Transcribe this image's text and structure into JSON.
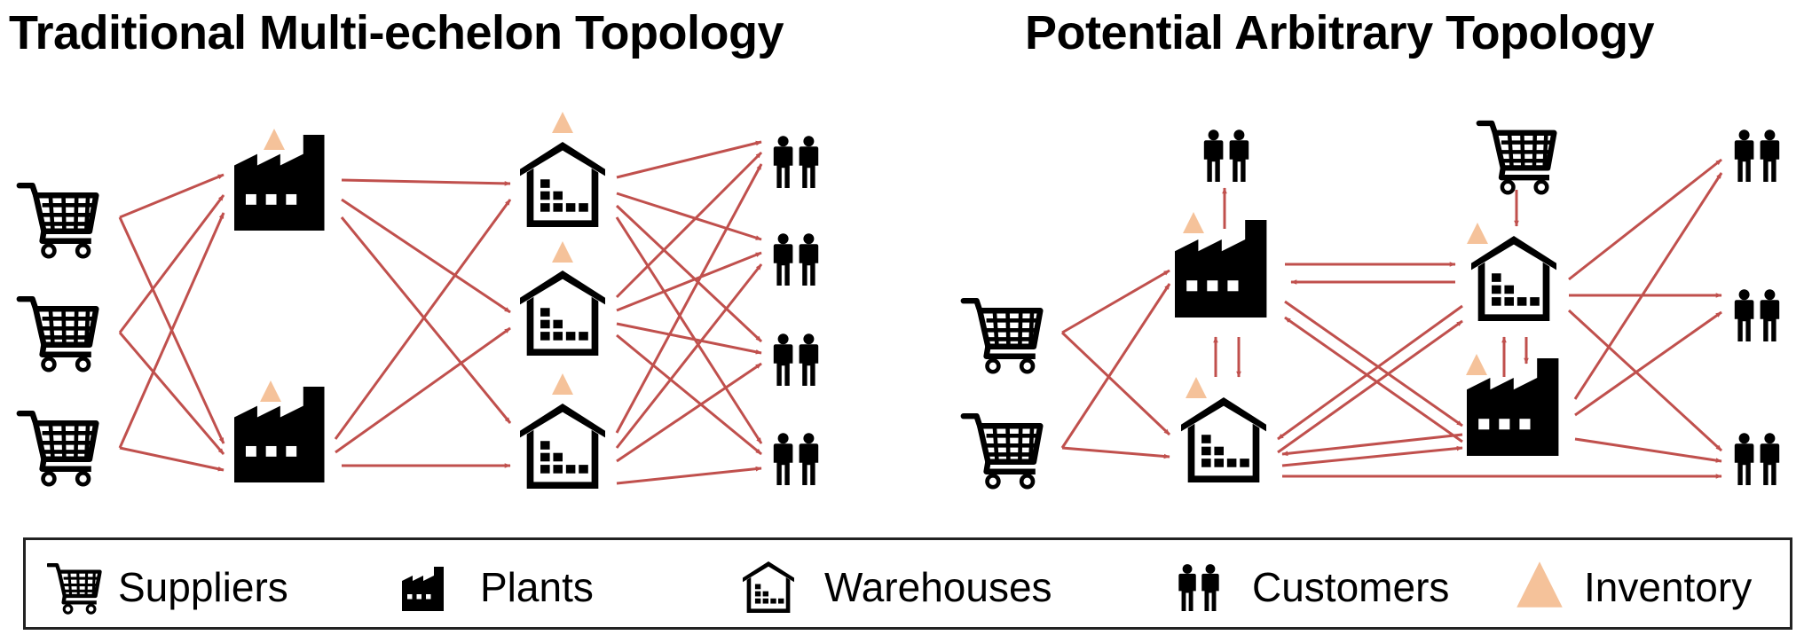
{
  "titles": {
    "left": "Traditional Multi-echelon Topology",
    "right": "Potential Arbitrary Topology"
  },
  "legend": {
    "suppliers": "Suppliers",
    "plants": "Plants",
    "warehouses": "Warehouses",
    "customers": "Customers",
    "inventory": "Inventory"
  },
  "colors": {
    "arrow": "#c0504d",
    "inventory": "#f5c29a",
    "icon": "#000000"
  },
  "icons": {
    "supplier": "shopping-cart-icon",
    "plant": "factory-icon",
    "warehouse": "warehouse-icon",
    "customer": "customers-icon",
    "inventory": "inventory-triangle-icon"
  }
}
